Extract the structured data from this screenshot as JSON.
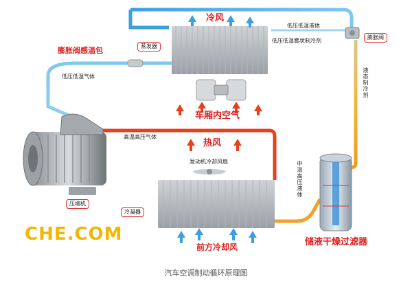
{
  "labels": {
    "cold_air": "冷风",
    "evaporator": "蒸发器",
    "expansion_valve_bulb": "膨胀阀感温包",
    "low_pressure_low_temp_liquid": "低压低温液体",
    "low_pressure_low_temp_mist": "低压低温雾状制冷剂",
    "expansion_valve": "膨胀阀",
    "low_pressure_low_temp_gas": "低压低温气体",
    "liquid_refrigerant": "液态制冷剂",
    "cabin_air": "车厢内空气",
    "high_temp_high_pressure_gas": "高温高压气体",
    "hot_air": "热风",
    "engine_fan": "发动机冷却风扇",
    "mid_temp_high_pressure_liquid": "中温高压液体",
    "compressor": "压缩机",
    "condenser": "冷凝器",
    "front_cooling_air": "前方冷却风",
    "receiver_drier": "储液干燥过滤器"
  },
  "logo": "CHE.COM",
  "caption": "汽车空调制动循环原理图",
  "colors": {
    "cold": "#3aa0e0",
    "hot": "#e8401c",
    "warm": "#f5a623",
    "label_red": "#e02020",
    "logo": "#f2b705"
  }
}
